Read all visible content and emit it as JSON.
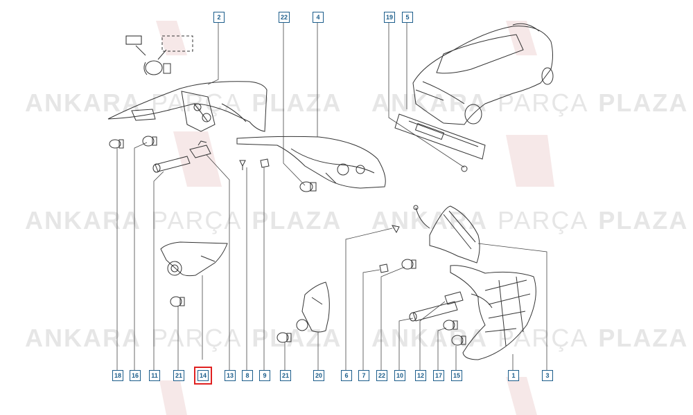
{
  "watermark": {
    "w1": "ANKARA",
    "w2": "PARÇA",
    "w3": "PLAZA"
  },
  "callouts": {
    "c2": "2",
    "c22a": "22",
    "c4": "4",
    "c19": "19",
    "c5": "5",
    "c18": "18",
    "c16": "16",
    "c11": "11",
    "c21a": "21",
    "c14": "14",
    "c13": "13",
    "c8": "8",
    "c9": "9",
    "c21b": "21",
    "c20": "20",
    "c6": "6",
    "c7": "7",
    "c22b": "22",
    "c10": "10",
    "c12": "12",
    "c17": "17",
    "c15": "15",
    "c1": "1",
    "c3": "3"
  },
  "highlight": "14",
  "colors": {
    "callout_border": "#1a5c8a",
    "highlight": "#e02020",
    "line": "#333333",
    "watermark": "#e6e6e6"
  }
}
